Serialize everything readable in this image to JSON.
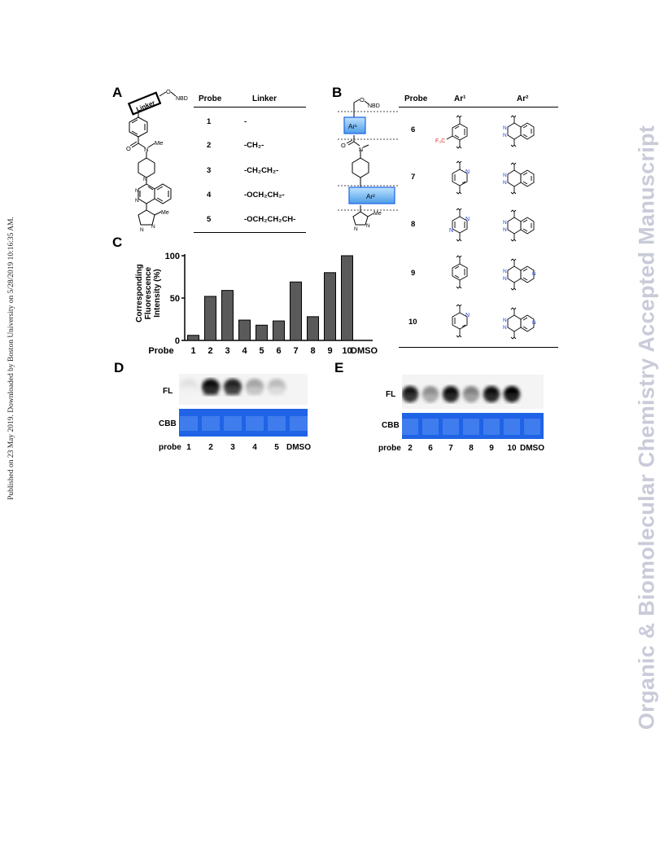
{
  "sidebar_left": "Published on 23 May 2019. Downloaded by Boston University on 5/28/2019 10:16:35 AM.",
  "sidebar_right": "Organic & Biomolecular Chemistry Accepted Manuscript",
  "panel_a": {
    "letter": "A",
    "struct_labels": {
      "linker": "Linker",
      "o": "O",
      "nbd": "NBD",
      "methyl": "Me",
      "pyrazole_methyl": "Me",
      "n_methyl": "N",
      "o_carbonyl": "O"
    },
    "table_headers": [
      "Probe",
      "Linker"
    ],
    "rows": [
      {
        "probe": "1",
        "linker": "-"
      },
      {
        "probe": "2",
        "linker": "-CH₂-"
      },
      {
        "probe": "3",
        "linker": "-CH₂CH₂-"
      },
      {
        "probe": "4",
        "linker": "-OCH₂CH₂-"
      },
      {
        "probe": "5",
        "linker": "-OCH₂CH₂CH-"
      }
    ]
  },
  "panel_b": {
    "letter": "B",
    "struct_labels": {
      "ar1": "Ar¹",
      "ar2": "Ar²",
      "nbd": "NBD",
      "o": "O",
      "methyl": "Me",
      "cf3": "F₃C"
    },
    "table_headers": [
      "Probe",
      "Ar¹",
      "Ar²"
    ],
    "rows": [
      "6",
      "7",
      "8",
      "9",
      "10"
    ]
  },
  "panel_c": {
    "letter": "C"
  },
  "chart_data": {
    "type": "bar",
    "title": "",
    "xlabel": "Probe",
    "ylabel": "Corresponding Fluorescence Intensity (%)",
    "ylabel_lines": [
      "Corresponding",
      "Fluorescence",
      "Intensity (%)"
    ],
    "categories": [
      "1",
      "2",
      "3",
      "4",
      "5",
      "6",
      "7",
      "8",
      "9",
      "10",
      "DMSO"
    ],
    "values": [
      6,
      52,
      59,
      24,
      18,
      23,
      69,
      28,
      80,
      100,
      0
    ],
    "yticks": [
      "0",
      "50",
      "100"
    ],
    "ylim": [
      0,
      100
    ],
    "bar_color": "#5a5a5a",
    "grid": false
  },
  "panel_d": {
    "letter": "D",
    "row_labels": [
      "FL",
      "CBB"
    ],
    "lane_prefix": "probe",
    "lanes": [
      "1",
      "2",
      "3",
      "4",
      "5",
      "DMSO"
    ],
    "fl_intensity": [
      0.04,
      0.95,
      0.85,
      0.3,
      0.2,
      0.0
    ]
  },
  "panel_e": {
    "letter": "E",
    "row_labels": [
      "FL",
      "CBB"
    ],
    "lane_prefix": "probe",
    "lanes": [
      "2",
      "6",
      "7",
      "8",
      "9",
      "10",
      "DMSO"
    ],
    "fl_intensity": [
      0.9,
      0.4,
      0.95,
      0.45,
      0.95,
      1.0,
      0.0
    ]
  },
  "colors": {
    "cbb_blue": "#1f63e6",
    "chem_n_blue": "#1c3fd6",
    "cf3_red": "#e0322a",
    "watermark": "#c9cbd9"
  }
}
